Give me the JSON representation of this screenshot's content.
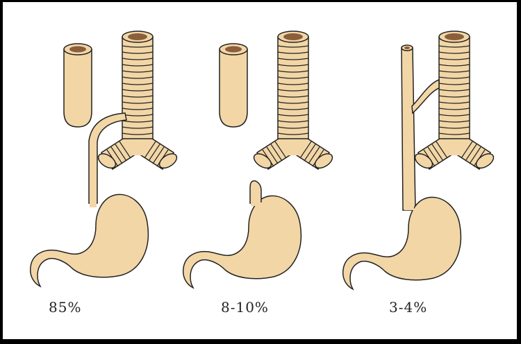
{
  "figure": {
    "panels": [
      {
        "label": "85%"
      },
      {
        "label": "8-10%"
      },
      {
        "label": "3-4%"
      }
    ]
  },
  "colors": {
    "organ_fill": "#F2D6A6",
    "outline": "#222222",
    "lumen": "#8B5E3C",
    "background": "#FFFFFF",
    "frame": "#000000"
  }
}
